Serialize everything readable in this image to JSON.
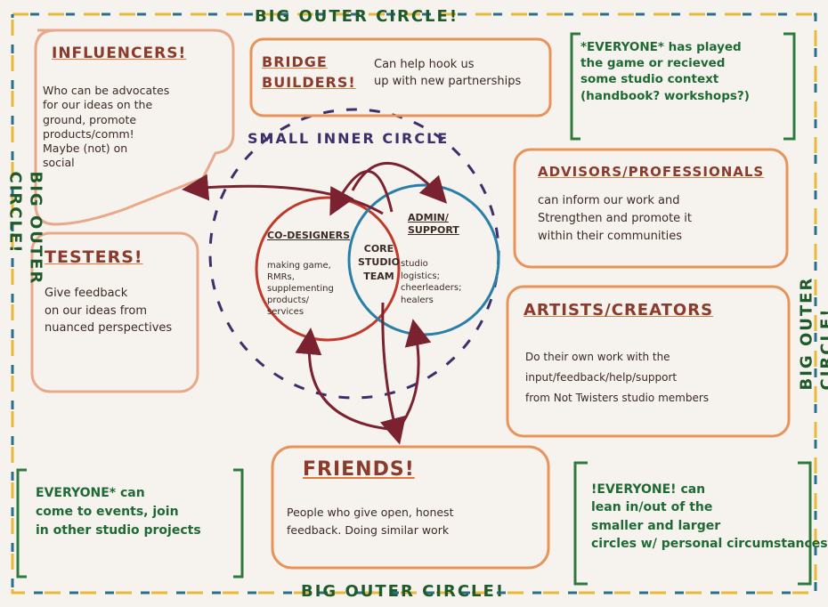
{
  "outer_labels": {
    "top": "BIG OUTER CIRCLE!",
    "bottom": "BIG OUTER CIRCLE!",
    "left": "BIG OUTER CIRCLE!",
    "right": "BIG OUTER CIRCLE!"
  },
  "inner_circle_label": "SMALL INNER CIRCLE",
  "venn": {
    "left": {
      "title": "CO-DESIGNERS",
      "body": "making game,\nRMRs,\nsupplementing\nproducts/\nservices"
    },
    "center": "CORE\nSTUDIO\nTEAM",
    "right": {
      "title": "ADMIN/\nSUPPORT",
      "body": "studio\nlogistics;\ncheerleaders;\nhealers"
    }
  },
  "boxes": {
    "influencers": {
      "title": "INFLUENCERS!",
      "body": "Who can be advocates\nfor our ideas on the\nground, promote\nproducts/comm!\nMaybe (not) on\nsocial"
    },
    "bridge_builders": {
      "title": "BRIDGE\nBUILDERS!",
      "body": "Can help hook us\nup with new partnerships"
    },
    "everyone_top": {
      "text": "*EVERYONE* has played\nthe game or recieved\nsome studio context\n(handbook? workshops?)"
    },
    "testers": {
      "title": "TESTERS!",
      "body": "Give feedback\non our ideas from\nnuanced perspectives"
    },
    "advisors": {
      "title": "ADVISORS/PROFESSIONALS",
      "body": "can inform our work and\nStrengthen and promote it\nwithin their communities"
    },
    "artists": {
      "title": "ARTISTS/CREATORS",
      "body": "Do their own work with the\ninput/feedback/help/support\nfrom Not Twisters studio members"
    },
    "friends": {
      "title": "FRIENDS!",
      "body": "People who give open, honest\nfeedback. Doing similar work"
    },
    "everyone_bottom_left": {
      "text": "EVERYONE* can\ncome to events, join\nin other studio projects"
    },
    "everyone_bottom_right": {
      "text": "!EVERYONE! can\nlean in/out of the\nsmaller and larger\ncircles w/ personal circumstances"
    }
  },
  "colors": {
    "orange": "#e8935a",
    "peach": "#e9a88a",
    "green": "#2e7a3e",
    "dark_red": "#7a2230",
    "blue": "#2a7fa8",
    "red": "#c0392b",
    "purple": "#3d2f6b",
    "yellow": "#e8b83a",
    "teal": "#2a6f8a"
  }
}
